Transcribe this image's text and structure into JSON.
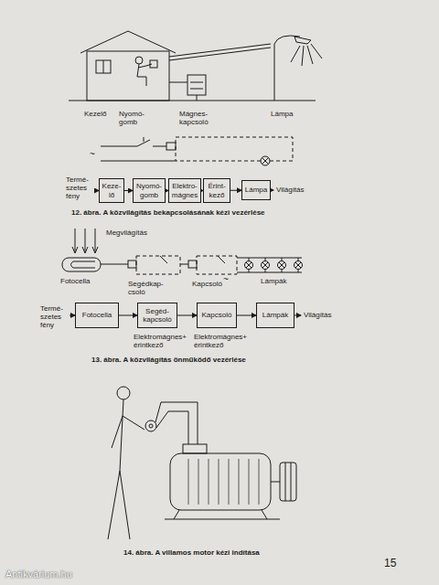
{
  "diagram": {
    "nodes": [
      {
        "text": [
          "Keze- lő"
        ]
      },
      {
        "text": [
          "Nyomó- gomb"
        ]
      },
      {
        "text": [
          "Elektro- mágnes"
        ]
      },
      {
        "text": [
          "Érint- kező"
        ]
      },
      {
        "text": [
          "Lámpa"
        ]
      },
      {
        "text": [
          "Fotocella"
        ]
      },
      {
        "text": [
          "Segéd- kapcsoló"
        ]
      },
      {
        "text": [
          "Kapcsoló"
        ]
      },
      {
        "text": [
          "Lámpák"
        ]
      }
    ],
    "edges": [
      {
        "from": 0,
        "to": 1,
        "arrow": "to"
      },
      {
        "from": 1,
        "to": 2,
        "arrow": "to"
      },
      {
        "from": 2,
        "to": 3,
        "arrow": "to"
      },
      {
        "from": 3,
        "to": 4,
        "arrow": "to"
      },
      {
        "from": 5,
        "to": 6,
        "arrow": "to"
      },
      {
        "from": 6,
        "to": 7,
        "arrow": "to"
      },
      {
        "from": 7,
        "to": 8,
        "arrow": "to"
      }
    ],
    "labels": [
      "Kezelő",
      "Nyomó- gomb",
      "Mágnes- kapcsoló",
      "Lámpa",
      "~",
      "Termé- szetes fény",
      "Világítás",
      "12. ábra. A közvilágítás bekapcsolásának kézi vezérlése",
      "Megvilágítás",
      "Fotocella",
      "Segédkap- csoló",
      "Kapcsoló",
      "~",
      "Lámpák",
      "Termé- szetes fény",
      "Világítás",
      "Elektromágnes+ érintkező",
      "Elektromágnes+ érintkező",
      "13. ábra. A közvilágítás önműködő vezérlése",
      "14. ábra. A villamos motor kézi indítása",
      "15",
      "Antikvárium.hu"
    ]
  }
}
